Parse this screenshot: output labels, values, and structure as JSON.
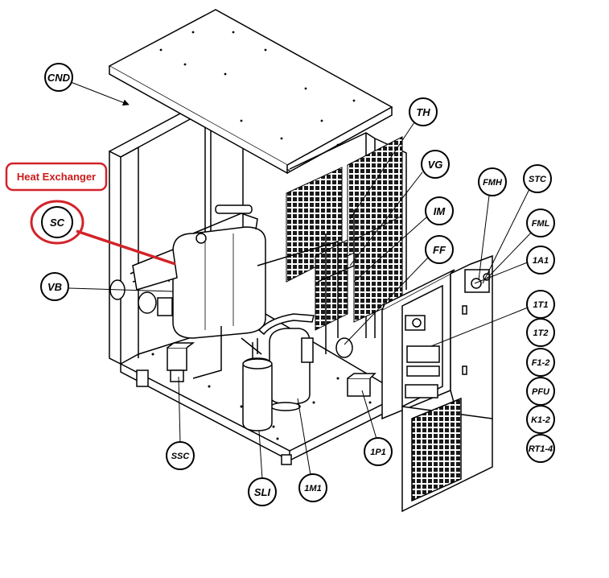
{
  "highlight": {
    "label": "Heat Exchanger",
    "callout": "SC",
    "color": "#d2232a"
  },
  "callouts": [
    {
      "id": "cnd",
      "text": "CND"
    },
    {
      "id": "th",
      "text": "TH"
    },
    {
      "id": "vg",
      "text": "VG"
    },
    {
      "id": "im",
      "text": "IM"
    },
    {
      "id": "ff",
      "text": "FF"
    },
    {
      "id": "fmh",
      "text": "FMH"
    },
    {
      "id": "stc",
      "text": "STC"
    },
    {
      "id": "fml",
      "text": "FML"
    },
    {
      "id": "1a1",
      "text": "1A1"
    },
    {
      "id": "1t1",
      "text": "1T1"
    },
    {
      "id": "1t2",
      "text": "1T2"
    },
    {
      "id": "f1-2",
      "text": "F1-2"
    },
    {
      "id": "pfu",
      "text": "PFU"
    },
    {
      "id": "k1-2",
      "text": "K1-2"
    },
    {
      "id": "rt1-4",
      "text": "RT1-4"
    },
    {
      "id": "vb",
      "text": "VB"
    },
    {
      "id": "ssc",
      "text": "SSC"
    },
    {
      "id": "sli",
      "text": "SLI"
    },
    {
      "id": "1m1",
      "text": "1M1"
    },
    {
      "id": "1p1",
      "text": "1P1"
    }
  ],
  "colors": {
    "line": "#000000",
    "highlight": "#d2232a",
    "background": "#ffffff"
  }
}
